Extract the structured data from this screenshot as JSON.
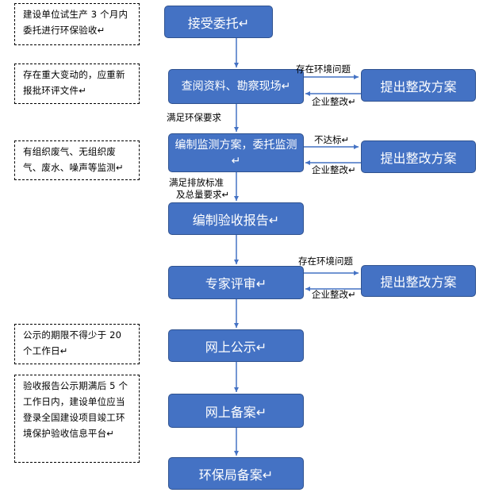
{
  "flow": {
    "step_entrust": "接受委托↵",
    "step_review": "查阅资料、勘察现场↵",
    "step_plan": "编制监测方案，委托监测↵",
    "step_report": "编制验收报告↵",
    "step_expert": "专家评审↵",
    "step_publicity": "网上公示↵",
    "step_filing": "网上备案↵",
    "step_epb": "环保局备案↵"
  },
  "side": {
    "rectify_1": "提出整改方案",
    "rectify_2": "提出整改方案",
    "rectify_3": "提出整改方案"
  },
  "labels": {
    "issue_1": "存在环境问题",
    "fix_1": "企业整改↵",
    "meets_env": "满足环保要求",
    "not_meet": "不达标↵",
    "fix_2": "企业整改↵",
    "meets_emission_1": "满足排放标准",
    "meets_emission_2": "及总量要求↵",
    "issue_3": "存在环境问题",
    "fix_3": "企业整改↵"
  },
  "notes": {
    "note_1": "建设单位试生产 3 个月内委托进行环保验收↵",
    "note_2": "存在重大变动的，应重新报批环评文件↵",
    "note_3": "有组织废气、无组织废气、废水、噪声等监测↵",
    "note_4": "公示的期限不得少于 20 个工作日↵",
    "note_5": "验收报告公示期满后 5 个工作日内，建设单位应当登录全国建设项目竣工环境保护验收信息平台↵"
  },
  "colors": {
    "box_fill": "#4472c4",
    "box_border": "#2f528f",
    "arrow": "#4472c4"
  }
}
